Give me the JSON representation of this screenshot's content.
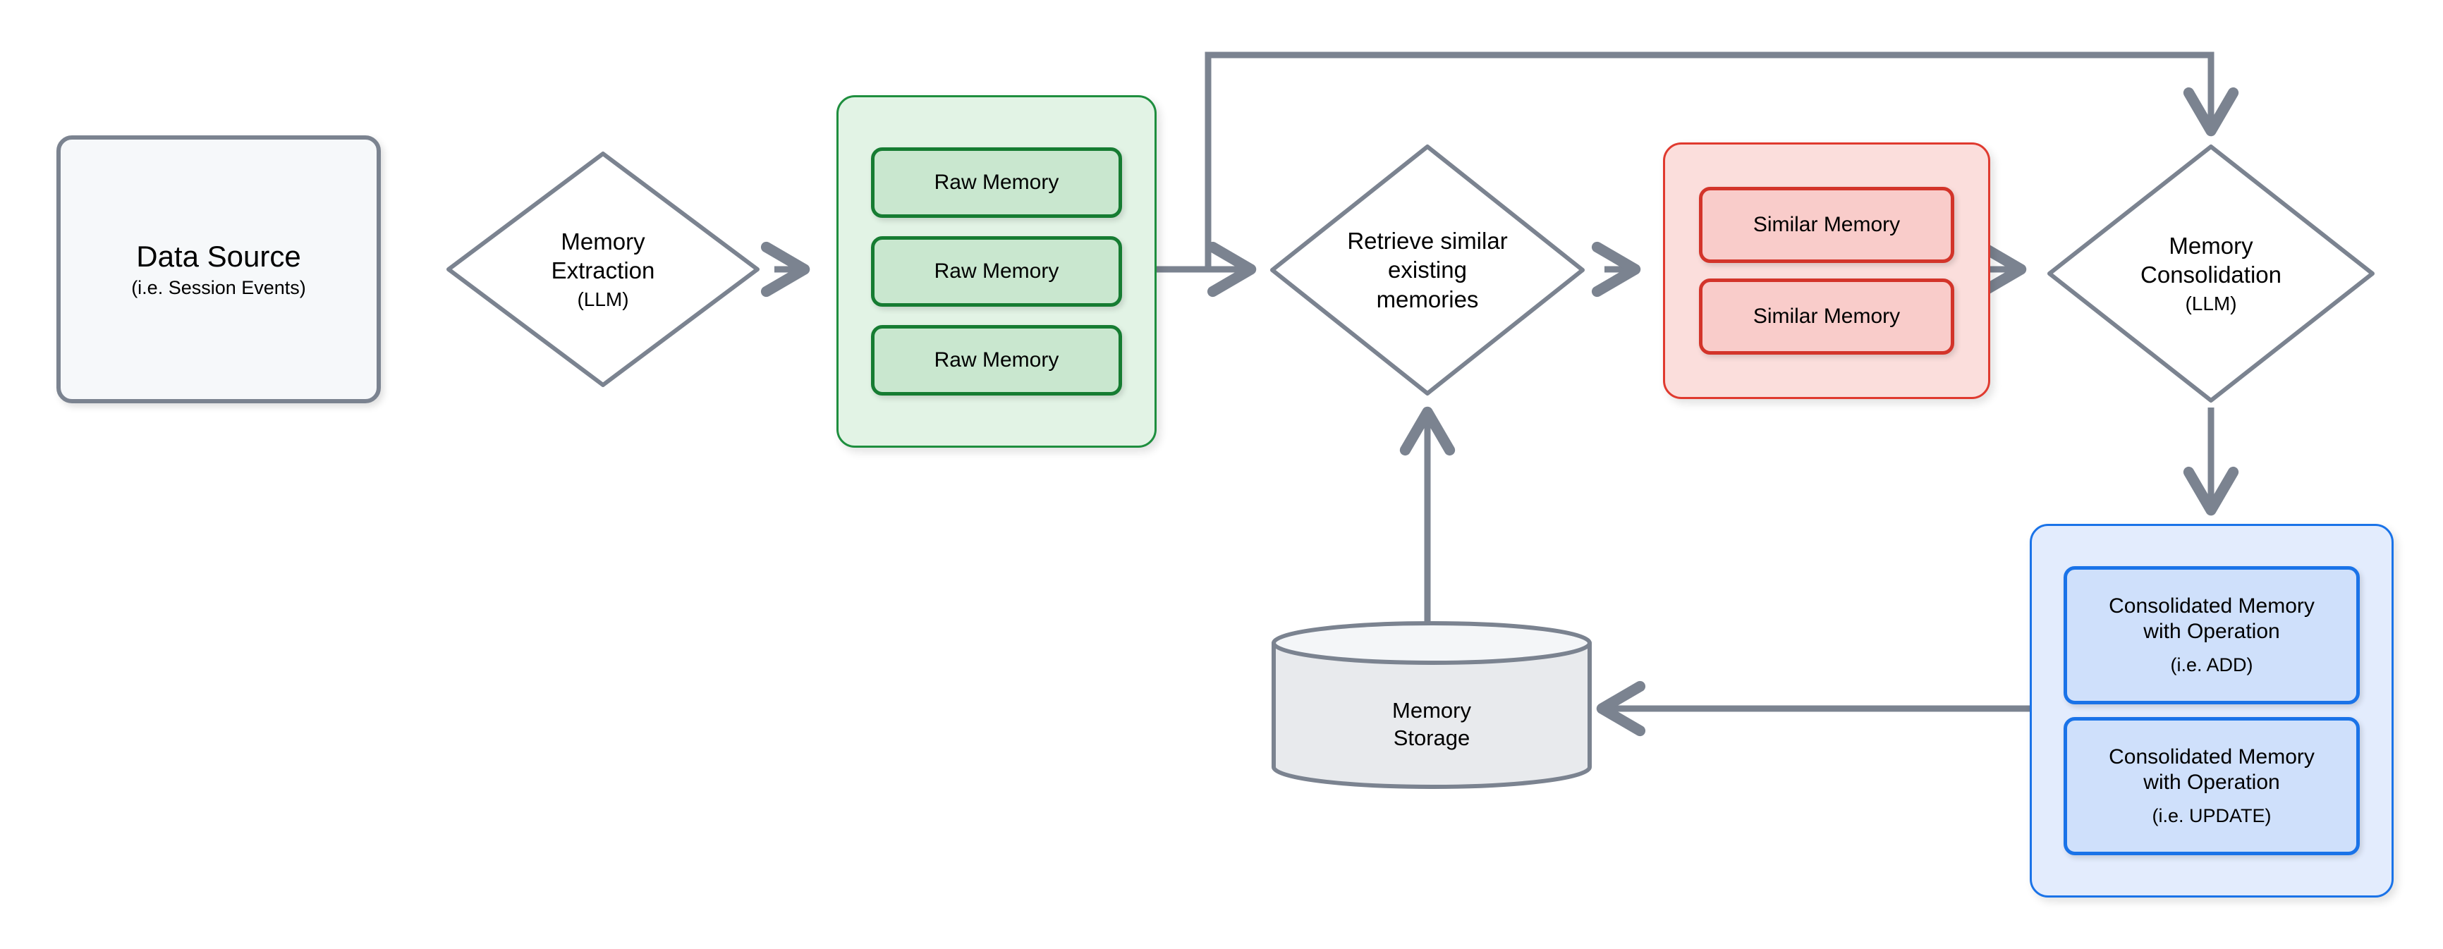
{
  "diagram": {
    "title": "Memory pipeline flow diagram",
    "colors": {
      "stroke_gray": "#7b8390",
      "green_border": "#1e8e3e",
      "green_fill": "#e2f3e5",
      "green_chip_border": "#167c32",
      "green_chip_fill": "#c9e7cf",
      "red_border": "#e03a2f",
      "red_fill": "#fbdedc",
      "red_chip_border": "#d3342a",
      "red_chip_fill": "#f9ccca",
      "blue_border": "#1a73e8",
      "blue_fill": "#e3ecfd",
      "blue_chip_fill": "#cfe0fb",
      "box_fill": "#f6f8fa"
    },
    "nodes": {
      "data_source": {
        "title": "Data Source",
        "subtitle": "(i.e. Session Events)"
      },
      "memory_extraction": {
        "title_line1": "Memory",
        "title_line2": "Extraction",
        "subtitle": "(LLM)"
      },
      "raw_memory_group": {
        "items": [
          {
            "label": "Raw Memory"
          },
          {
            "label": "Raw Memory"
          },
          {
            "label": "Raw Memory"
          }
        ]
      },
      "retrieve_similar": {
        "title_line1": "Retrieve similar",
        "title_line2": "existing",
        "title_line3": "memories"
      },
      "similar_memory_group": {
        "items": [
          {
            "label": "Similar Memory"
          },
          {
            "label": "Similar Memory"
          }
        ]
      },
      "memory_consolidation": {
        "title_line1": "Memory",
        "title_line2": "Consolidation",
        "subtitle": "(LLM)"
      },
      "consolidated_group": {
        "items": [
          {
            "line1": "Consolidated Memory",
            "line2": "with Operation",
            "operation": "(i.e. ADD)"
          },
          {
            "line1": "Consolidated Memory",
            "line2": "with Operation",
            "operation": "(i.e. UPDATE)"
          }
        ]
      },
      "memory_storage": {
        "title_line1": "Memory",
        "title_line2": "Storage"
      }
    },
    "edges": [
      {
        "name": "data-source-to-memory-extraction",
        "from": "data_source",
        "to": "memory_extraction",
        "label": ""
      },
      {
        "name": "memory-extraction-to-raw-memory",
        "from": "memory_extraction",
        "to": "raw_memory_group",
        "label": ""
      },
      {
        "name": "raw-memory-to-retrieve-similar",
        "from": "raw_memory_group",
        "to": "retrieve_similar",
        "label": ""
      },
      {
        "name": "retrieve-similar-to-similar-memory",
        "from": "retrieve_similar",
        "to": "similar_memory_group",
        "label": ""
      },
      {
        "name": "similar-memory-to-memory-consolidation",
        "from": "similar_memory_group",
        "to": "memory_consolidation",
        "label": ""
      },
      {
        "name": "raw-memory-feedback-to-memory-consolidation",
        "from": "raw_memory_group",
        "to": "memory_consolidation",
        "label": ""
      },
      {
        "name": "memory-consolidation-to-consolidated-group",
        "from": "memory_consolidation",
        "to": "consolidated_group",
        "label": ""
      },
      {
        "name": "consolidated-group-to-memory-storage",
        "from": "consolidated_group",
        "to": "memory_storage",
        "label": ""
      },
      {
        "name": "memory-storage-to-retrieve-similar",
        "from": "memory_storage",
        "to": "retrieve_similar",
        "label": ""
      }
    ]
  }
}
